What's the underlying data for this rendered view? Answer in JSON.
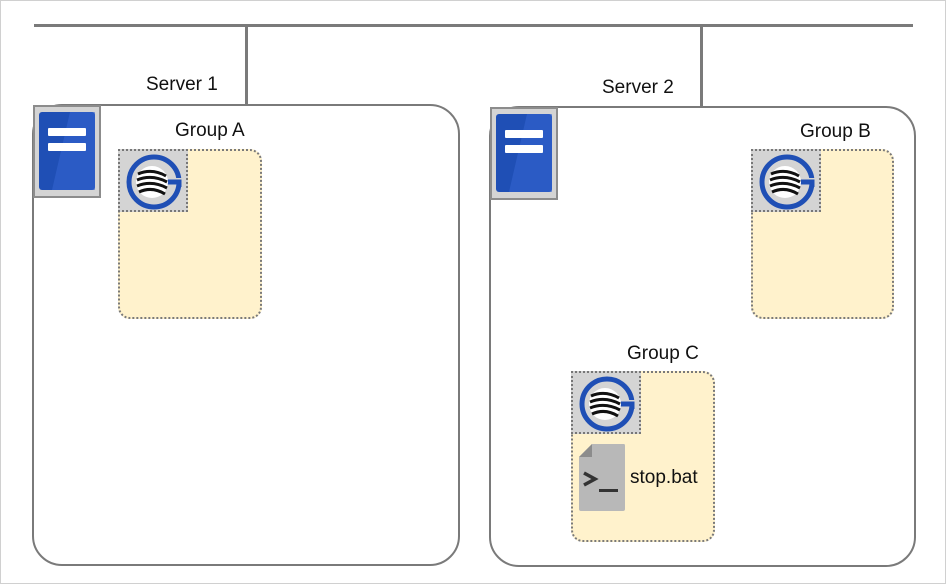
{
  "servers": [
    {
      "label": "Server 1",
      "icon": "server-icon"
    },
    {
      "label": "Server 2",
      "icon": "server-icon"
    }
  ],
  "groups": [
    {
      "label": "Group A",
      "icon": "failover-resource-icon"
    },
    {
      "label": "Group B",
      "icon": "failover-resource-icon"
    },
    {
      "label": "Group C",
      "icon": "failover-resource-icon"
    }
  ],
  "script": {
    "label": "stop.bat",
    "icon": "script-file-icon"
  },
  "colors": {
    "group_fill": "#fff2cc",
    "server_blue": "#1f4fb5",
    "line_gray": "#7a7a7a",
    "icon_bg": "#d4d4d4"
  }
}
